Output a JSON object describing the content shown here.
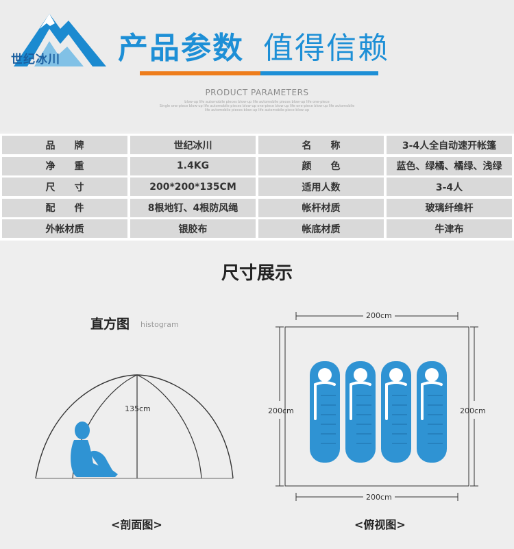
{
  "brand": {
    "logo_text": "世纪冰川",
    "title_main": "产品参数",
    "title_sub": "值得信赖",
    "params_en": "PRODUCT PARAMETERS",
    "params_fine_1": "blow-up life automobile pieces blow-up life automobile pieces blow-up life one-piece",
    "params_fine_2": "Single one-piece blow-up life automobile pieces blow-up one-piece blow-up life one-piece blow-up life automobile",
    "params_fine_3": "life automobile pieces blow-up life automobile-piece blow-up",
    "colors": {
      "blue": "#1d8fd6",
      "orange": "#ee7d1c",
      "logo_blue": "#1b5fa0"
    }
  },
  "specs": {
    "rows": [
      [
        {
          "label": "品　　牌",
          "value": "世纪冰川"
        },
        {
          "label": "名　　称",
          "value": "3-4人全自动速开帐篷"
        }
      ],
      [
        {
          "label": "净　　重",
          "value": "1.4KG"
        },
        {
          "label": "颜　　色",
          "value": "蓝色、绿橘、橘绿、浅绿"
        }
      ],
      [
        {
          "label": "尺　　寸",
          "value": "200*200*135CM"
        },
        {
          "label": "适用人数",
          "value": "3-4人"
        }
      ],
      [
        {
          "label": "配　　件",
          "value": "8根地钉、4根防风绳"
        },
        {
          "label": "帐杆材质",
          "value": "玻璃纤维杆"
        }
      ],
      [
        {
          "label": "外帐材质",
          "value": "银胶布"
        },
        {
          "label": "帐底材质",
          "value": "牛津布"
        }
      ]
    ]
  },
  "dimensions": {
    "title": "尺寸展示",
    "histogram_title": "直方图",
    "histogram_en": "histogram",
    "height_label": "135cm",
    "top_width_label": "200cm",
    "bottom_width_label": "200cm",
    "left_depth_label": "200cm",
    "right_depth_label": "200cm",
    "caption_section": "<剖面图>",
    "caption_top": "<俯视图>",
    "figure_color": "#2f93d3",
    "sleeping_bag_count": 4
  }
}
